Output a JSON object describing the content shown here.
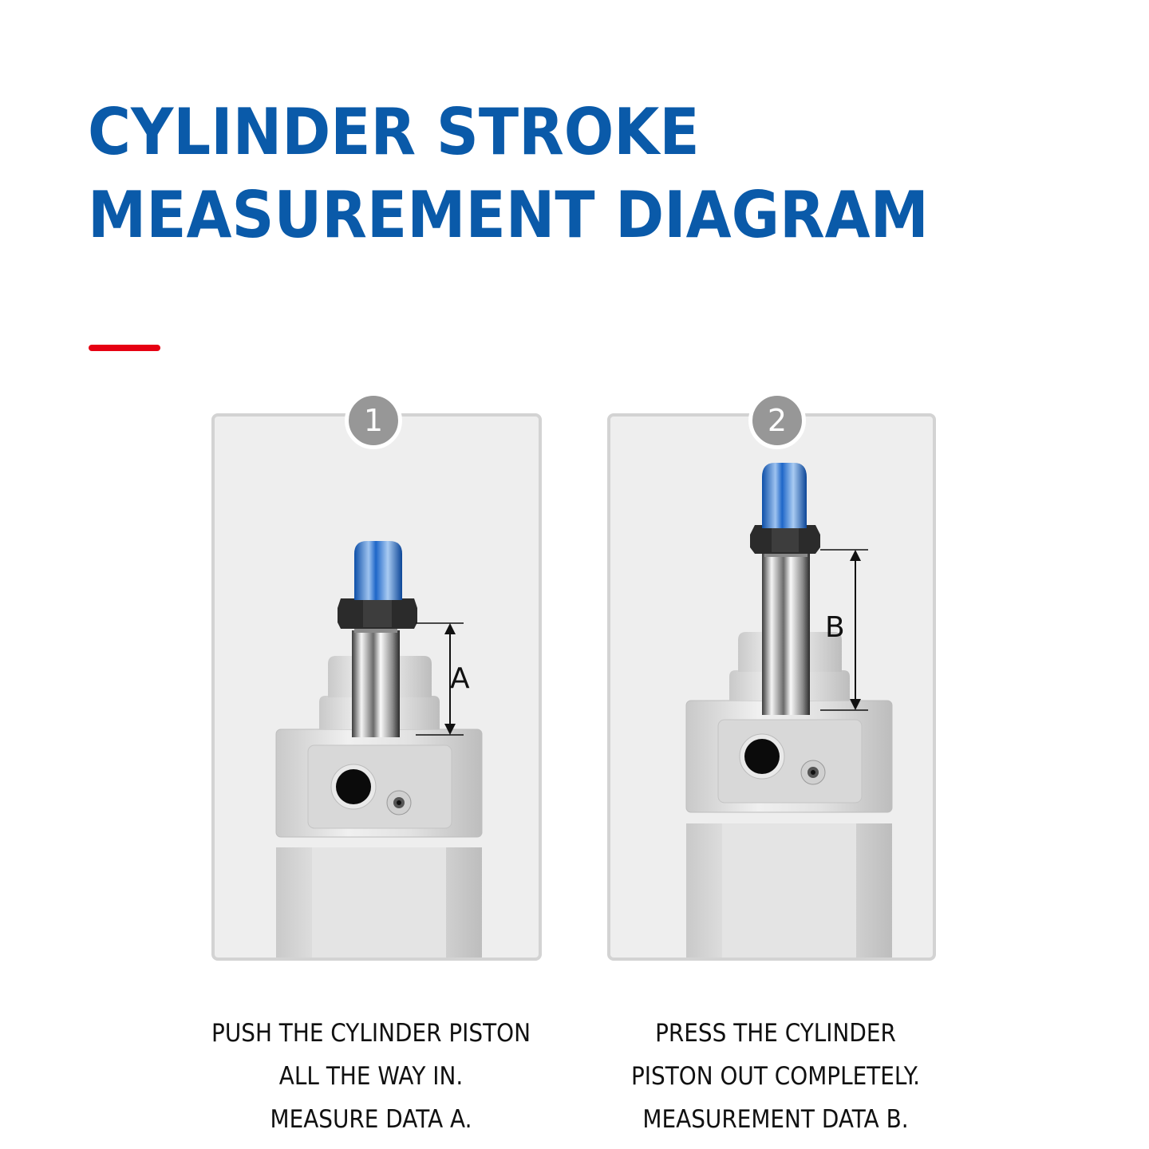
{
  "header": {
    "title_line1": "CYLINDER STROKE",
    "title_line2": "MEASUREMENT DIAGRAM",
    "title_color": "#0a5aa9",
    "accent_bar_color": "#e60012"
  },
  "steps": [
    {
      "number": "1",
      "dimension_label": "A",
      "state": "piston retracted",
      "caption_lines": [
        "PUSH THE CYLINDER PISTON",
        "ALL THE WAY IN.",
        "MEASURE DATA A."
      ]
    },
    {
      "number": "2",
      "dimension_label": "B",
      "state": "piston extended",
      "caption_lines": [
        "PRESS THE CYLINDER",
        "PISTON OUT COMPLETELY.",
        "MEASUREMENT DATA B."
      ]
    }
  ],
  "colors": {
    "panel_bg": "#eeeeee",
    "panel_border": "#d3d3d3",
    "badge_bg": "#979797",
    "cap_blue": "#1565c0",
    "aluminum": "#d6d6d6"
  }
}
